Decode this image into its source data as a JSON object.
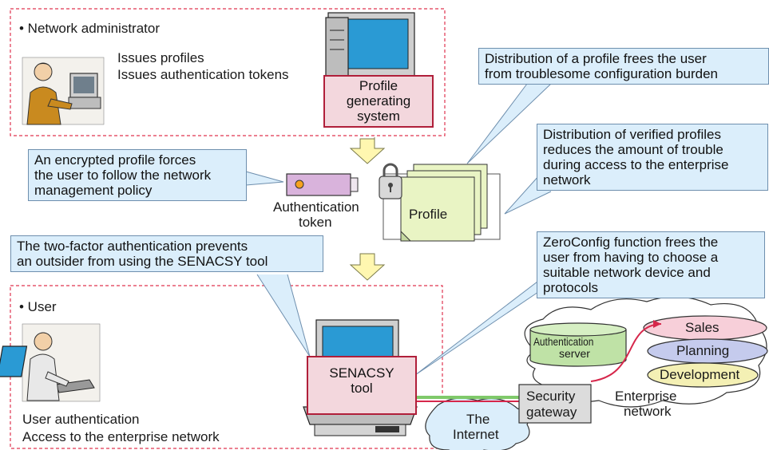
{
  "admin": {
    "heading": "• Network administrator",
    "duty_1": "Issues profiles",
    "duty_2": "Issues authentication tokens"
  },
  "profile_system": {
    "line_1": "Profile",
    "line_2": "generating",
    "line_3": "system"
  },
  "token": {
    "line_1": "Authentication",
    "line_2": "token"
  },
  "profile_label": "Profile",
  "callouts": {
    "distribution": [
      "Distribution of a profile frees the user",
      "from troublesome configuration burden"
    ],
    "verified": [
      "Distribution of verified profiles",
      "reduces the amount of trouble",
      "during access to the enterprise",
      "network"
    ],
    "encrypted": [
      "An encrypted profile forces",
      "the user to follow the network",
      "management policy"
    ],
    "two_factor": [
      "The two-factor authentication prevents",
      "an outsider from using the SENACSY tool"
    ],
    "zeroconfig": [
      "ZeroConfig function frees the",
      "user from having to choose a",
      "suitable network device and",
      "protocols"
    ]
  },
  "user": {
    "heading": "• User",
    "duty_1": "User authentication",
    "duty_2": "Access to the enterprise network"
  },
  "senacsy": {
    "line_1": "SENACSY",
    "line_2": "tool"
  },
  "auth_server": {
    "line_1": "Authentication",
    "line_2": "server"
  },
  "departments": [
    "Sales",
    "Planning",
    "Development"
  ],
  "enterprise_network": {
    "line_1": "Enterprise",
    "line_2": "network"
  },
  "security_gateway": {
    "line_1": "Security",
    "line_2": "gateway"
  },
  "internet": {
    "line_1": "The",
    "line_2": "Internet"
  },
  "colors": {
    "frame": "#e0344f",
    "callout_fill": "#dbeefb",
    "pink_box": "#f3d7dd",
    "arrow_fill": "#fff7b0",
    "token_fill": "#d9b3dc",
    "profile_fill": "#e9f4c4",
    "server_fill": "#bfe2a6",
    "sales_fill": "#f7cfd9",
    "planning_fill": "#c5cbed",
    "development_fill": "#f4f0b4",
    "link_green": "#7fc96a",
    "link_red": "#d6274b"
  }
}
